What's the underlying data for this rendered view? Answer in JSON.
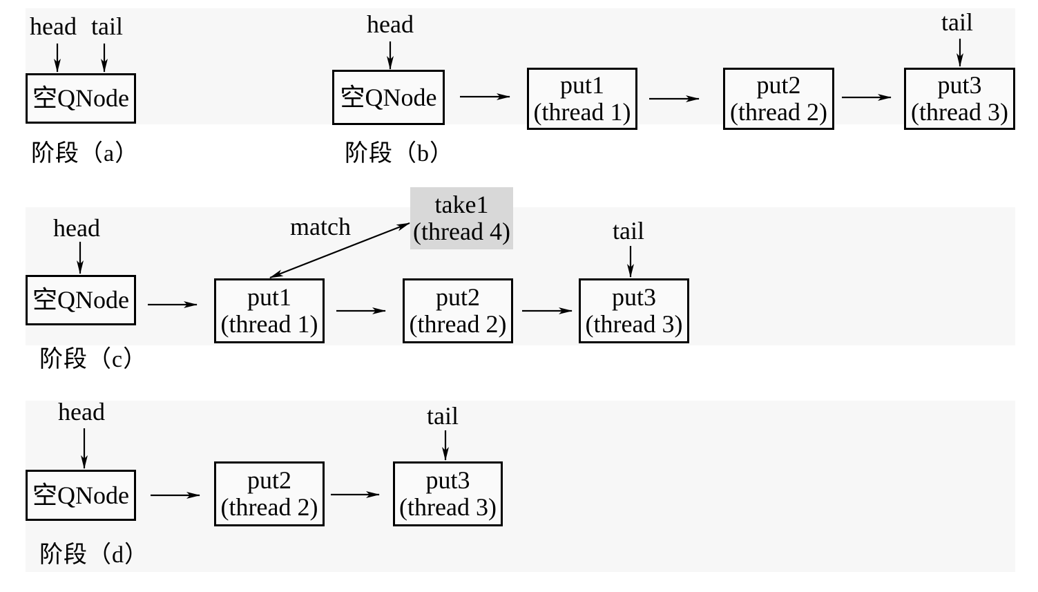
{
  "empty_node": "空QNode",
  "head_label": "head",
  "tail_label": "tail",
  "match_label": "match",
  "stages": {
    "a": "阶段（a）",
    "b": "阶段（b）",
    "c": "阶段（c）",
    "d": "阶段（d）"
  },
  "nodes": {
    "put1": {
      "name": "put1",
      "thread": "(thread 1)"
    },
    "put2": {
      "name": "put2",
      "thread": "(thread 2)"
    },
    "put3": {
      "name": "put3",
      "thread": "(thread 3)"
    },
    "take1": {
      "name": "take1",
      "thread": "(thread 4)"
    }
  },
  "colors": {
    "line": "#000000",
    "taken_node_fill": "#d8d8d8",
    "band_fill": "#f7f7f7"
  }
}
